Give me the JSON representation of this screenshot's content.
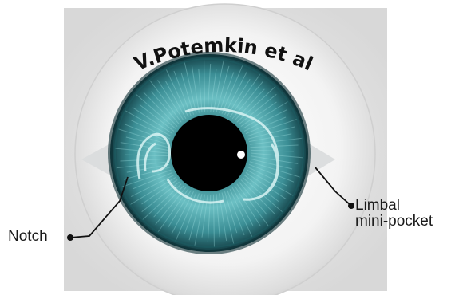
{
  "title": "V.Potemkin et al",
  "labels": {
    "notch": "Notch",
    "limbal_line1": "Limbal",
    "limbal_line2": "mini-pocket"
  },
  "colors": {
    "background_square": "#e4e4e4",
    "eyeball": "#f3f3f3",
    "iris_outer": "#1a5058",
    "iris_inner": "#5fb2b6",
    "pupil": "#000000",
    "pointer": "#111111"
  }
}
